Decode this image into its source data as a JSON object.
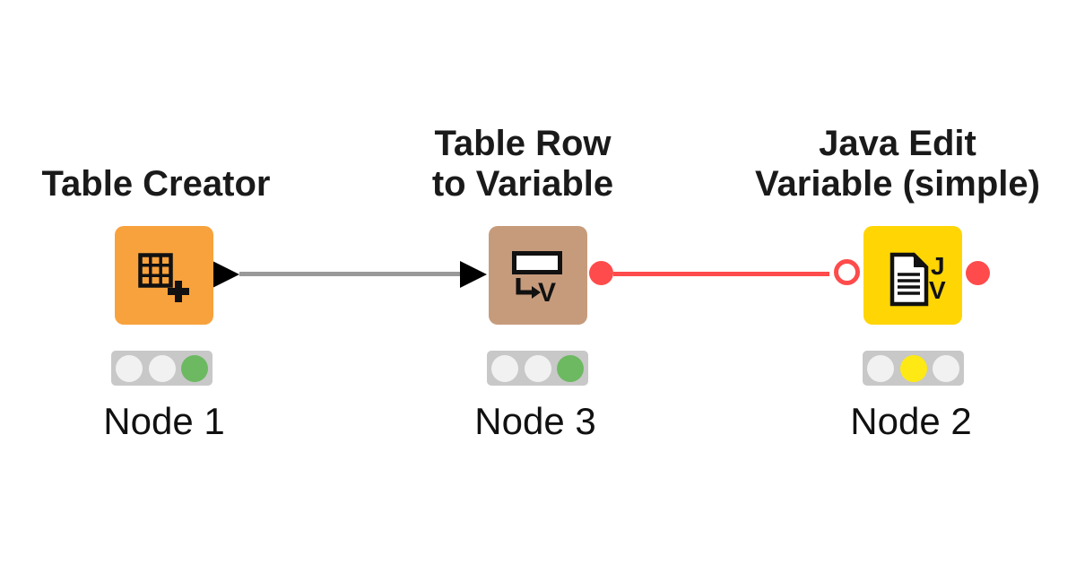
{
  "colors": {
    "background": "#FFFFFF",
    "node_source_orange": "#F7A23C",
    "node_manipulator_tan": "#C69B7C",
    "node_variable_yellow": "#FFD504",
    "flow_variable_red": "#FF4B4B",
    "data_port_black": "#000000",
    "data_connection_gray": "#999999",
    "traffic_bar_gray": "#C8C8C8",
    "light_off": "#F1F1F1",
    "light_green": "#6CB961",
    "light_yellow": "#FFE914",
    "text_black": "#1A1A1A"
  },
  "nodes": [
    {
      "title": "Table Creator",
      "title_lines": [
        "Table Creator"
      ],
      "label": "Node 1",
      "icon": "table-grid-plus-icon",
      "status": "executed",
      "status_lights": [
        "off",
        "off",
        "green"
      ]
    },
    {
      "title": "Table Row to Variable",
      "title_lines": [
        "Table Row",
        "to Variable"
      ],
      "label": "Node 3",
      "icon": "row-to-variable-icon",
      "icon_letter": "V",
      "status": "executed",
      "status_lights": [
        "off",
        "off",
        "green"
      ]
    },
    {
      "title": "Java Edit Variable (simple)",
      "title_lines": [
        "Java Edit",
        "Variable (simple)"
      ],
      "label": "Node 2",
      "icon": "java-document-icon",
      "icon_letters": {
        "j": "J",
        "v": "V"
      },
      "status": "configured",
      "status_lights": [
        "off",
        "yellow",
        "off"
      ]
    }
  ],
  "connections": [
    {
      "from": "Node 1",
      "to": "Node 3",
      "type": "data"
    },
    {
      "from": "Node 3",
      "to": "Node 2",
      "type": "flow-variable"
    }
  ]
}
